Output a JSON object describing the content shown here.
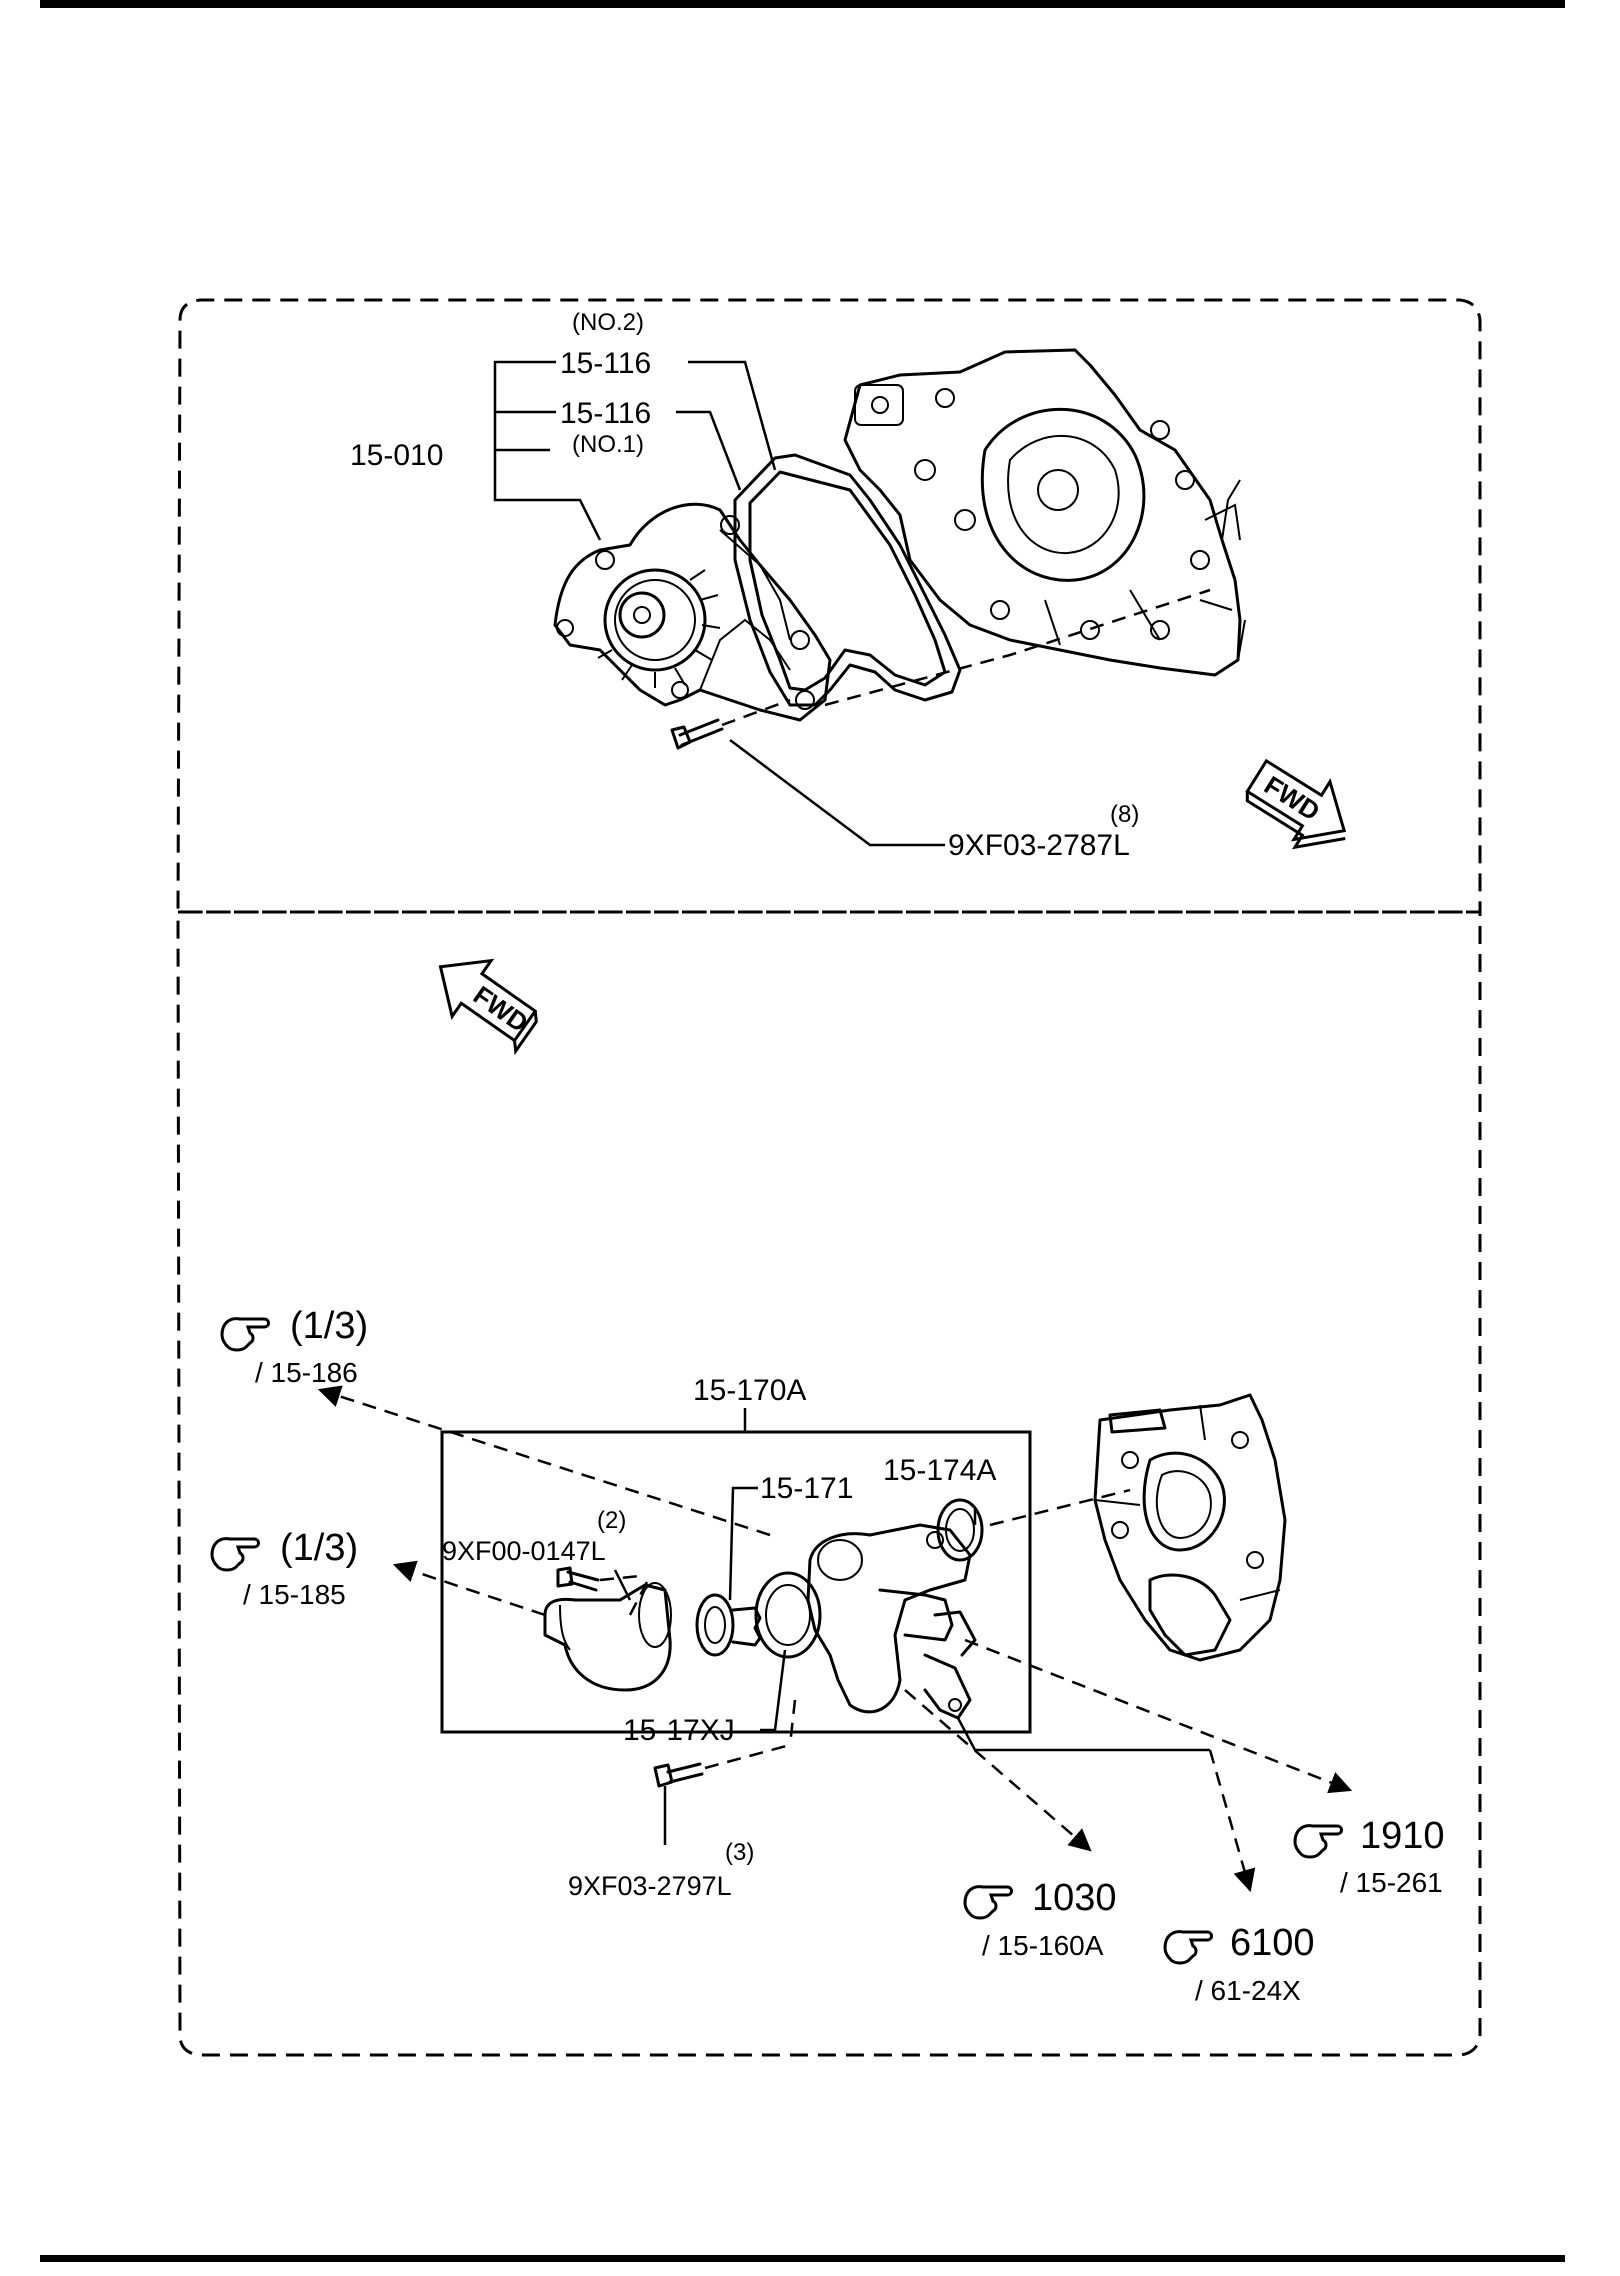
{
  "upper_section": {
    "pump_assembly_code": "15-010",
    "gasket_no2_code": "15-116",
    "gasket_no2_note": "(NO.2)",
    "gasket_no1_code": "15-116",
    "gasket_no1_note": "(NO.1)",
    "bolt_code": "9XF03-2787L",
    "bolt_qty": "(8)",
    "fwd_label": "FWD"
  },
  "lower_section": {
    "fwd_label": "FWD",
    "housing_assembly_code": "15-170A",
    "thermostat_code": "15-171",
    "oring_code": "15-174A",
    "gasket_code": "15-17XJ",
    "small_bolt_code": "9XF00-0147L",
    "small_bolt_qty": "(2)",
    "bottom_bolt_code": "9XF03-2797L",
    "bottom_bolt_qty": "(3)",
    "refs": [
      {
        "icon": "pointing-hand-icon",
        "main": "(1/3)",
        "sub": "/ 15-186"
      },
      {
        "icon": "pointing-hand-icon",
        "main": "(1/3)",
        "sub": "/ 15-185"
      },
      {
        "icon": "pointing-hand-icon",
        "main": "1910",
        "sub": "/ 15-261"
      },
      {
        "icon": "pointing-hand-icon",
        "main": "1030",
        "sub": "/ 15-160A"
      },
      {
        "icon": "pointing-hand-icon",
        "main": "6100",
        "sub": "/ 61-24X"
      }
    ]
  }
}
